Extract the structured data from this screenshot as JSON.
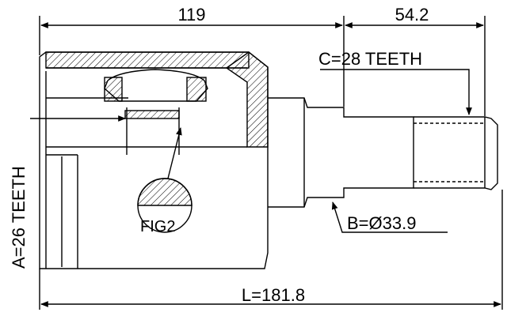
{
  "diagram": {
    "dimensions": {
      "top_length": "119",
      "spline_length": "54.2",
      "total_length": "L=181.8"
    },
    "callouts": {
      "outer_spline": "C=28 TEETH",
      "inner_spline": "A=26 TEETH",
      "stem_diameter": "B=Ø33.9",
      "detail": "FIG2"
    },
    "colors": {
      "line": "#000000",
      "background": "#ffffff"
    }
  }
}
